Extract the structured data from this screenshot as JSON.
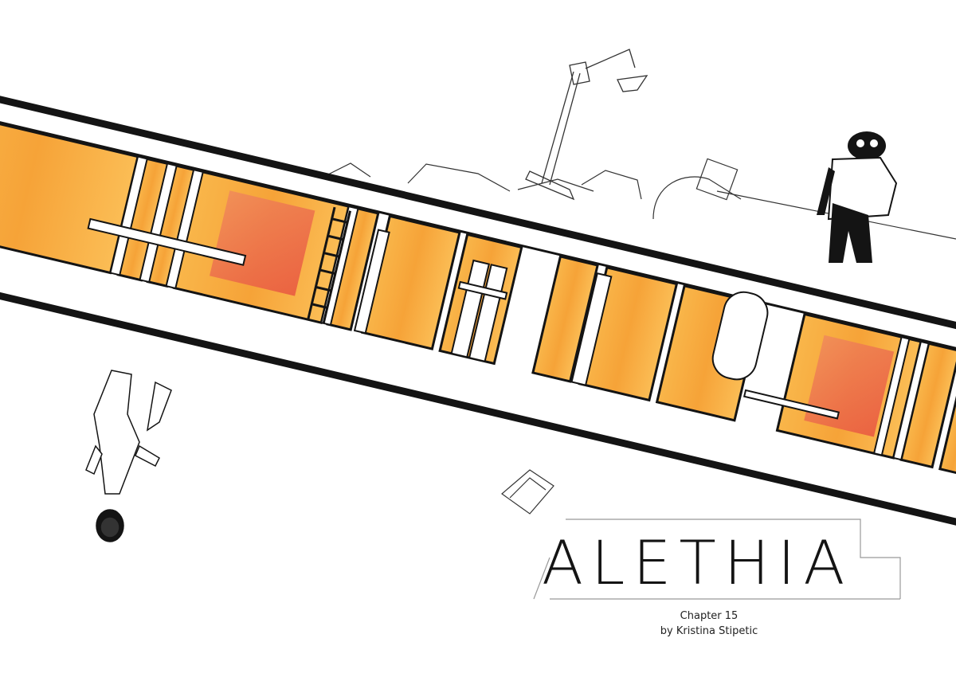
{
  "cover": {
    "title": "ALETHIA",
    "chapter": "Chapter 15",
    "byline": "by Kristina Stipetic"
  },
  "palette": {
    "panel_orange": "#f7a93c",
    "panel_light": "#fcc866",
    "panel_red": "#ec6a4a",
    "ink": "#141414",
    "pipe_fill": "#ffffff"
  }
}
